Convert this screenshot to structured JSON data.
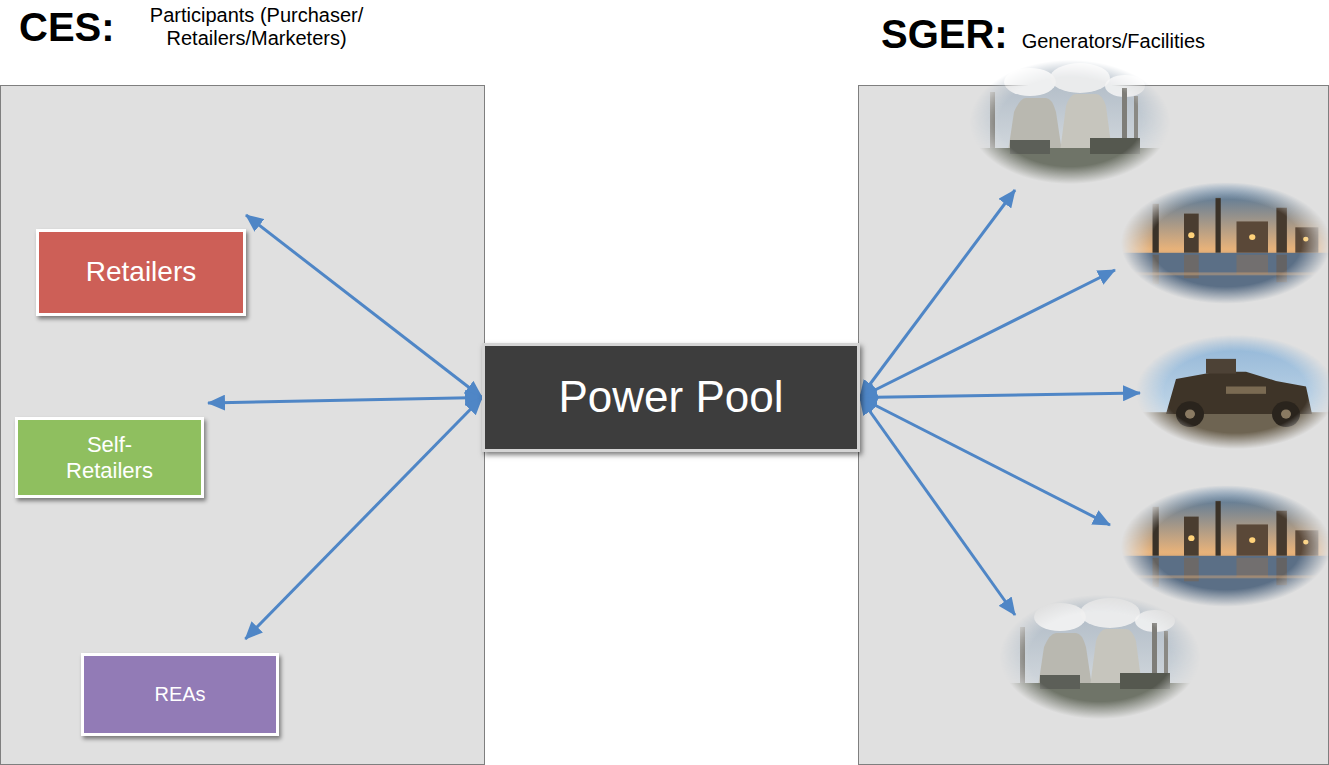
{
  "diagram": {
    "nodes": [
      {
        "text": [
          "CES:",
          "Participants (Purchaser/ Retailers/Marketers)"
        ]
      },
      {
        "text": [
          "Retailers"
        ],
        "in": 0
      },
      {
        "text": [
          "Self-Retailers"
        ],
        "in": 0
      },
      {
        "text": [
          "REAs"
        ],
        "in": 0
      },
      {
        "text": [
          "Power Pool"
        ]
      },
      {
        "text": [
          "SGER:",
          "Generators/Facilities"
        ]
      }
    ],
    "edges": [
      {
        "from": 4,
        "to": 1,
        "arrow": "both"
      },
      {
        "from": 4,
        "to": 2,
        "arrow": "both"
      },
      {
        "from": 4,
        "to": 3,
        "arrow": "both"
      },
      {
        "from": 4,
        "to": 5,
        "arrow": "both"
      },
      {
        "from": 4,
        "to": 5,
        "arrow": "both"
      },
      {
        "from": 4,
        "to": 5,
        "arrow": "both"
      },
      {
        "from": 4,
        "to": 5,
        "arrow": "both"
      },
      {
        "from": 4,
        "to": 5,
        "arrow": "both"
      }
    ]
  }
}
